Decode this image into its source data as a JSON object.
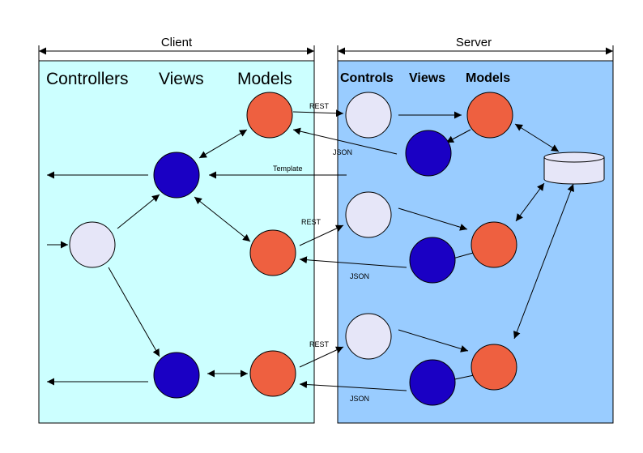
{
  "client": {
    "title": "Client",
    "columns": {
      "controllers": "Controllers",
      "views": "Views",
      "models": "Models"
    }
  },
  "server": {
    "title": "Server",
    "columns": {
      "controls": "Controls",
      "views": "Views",
      "models": "Models"
    }
  },
  "edge_labels": {
    "rest_1": "REST",
    "json_1": "JSON",
    "template": "Template",
    "rest_2": "REST",
    "json_2": "JSON",
    "rest_3": "REST",
    "json_3": "JSON"
  },
  "colors": {
    "client_bg": "#ccffff",
    "server_bg": "#99ccff",
    "model": "#ee6040",
    "view": "#1a00c4",
    "controller": "#e6e6f8"
  }
}
